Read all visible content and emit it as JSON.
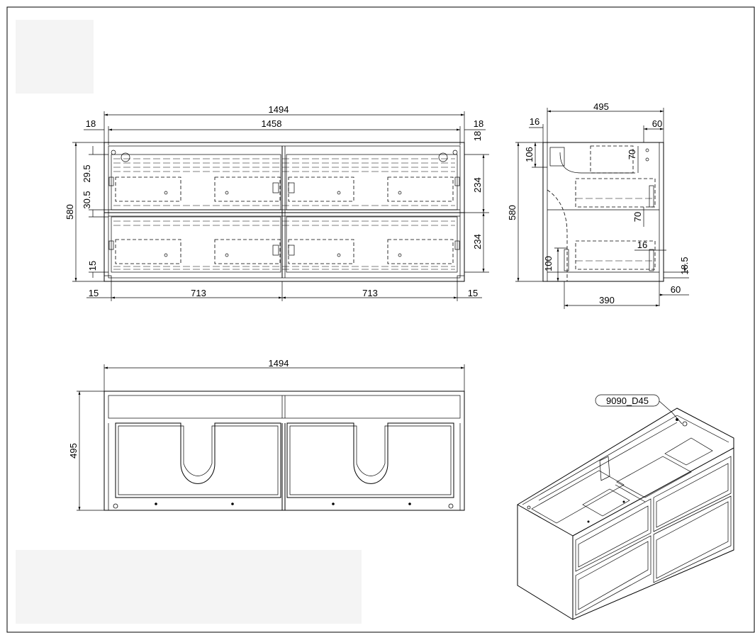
{
  "front_view": {
    "dims": {
      "overall_width": "1494",
      "inner_width": "1458",
      "side_left": "18",
      "side_right": "18",
      "top_right": "18",
      "height": "580",
      "top_gap": "29.5",
      "mid_gap": "30.5",
      "bottom_gap": "15",
      "drawer_upper": "234",
      "drawer_lower": "234",
      "foot_left": "15",
      "drawer_width_left": "713",
      "drawer_width_right": "713",
      "foot_right": "15"
    }
  },
  "side_view": {
    "dims": {
      "depth": "495",
      "top_left": "16",
      "top_right": "60",
      "height": "580",
      "top_section": "106",
      "cutout_a": "70",
      "cutout_b": "70",
      "inner_16": "16",
      "bottom_100": "100",
      "foot_185": "18.5",
      "bottom_right": "60",
      "bottom_depth": "390"
    }
  },
  "top_view": {
    "dims": {
      "width": "1494",
      "depth": "495"
    }
  },
  "iso_view": {
    "part_label": "9090_D45"
  }
}
